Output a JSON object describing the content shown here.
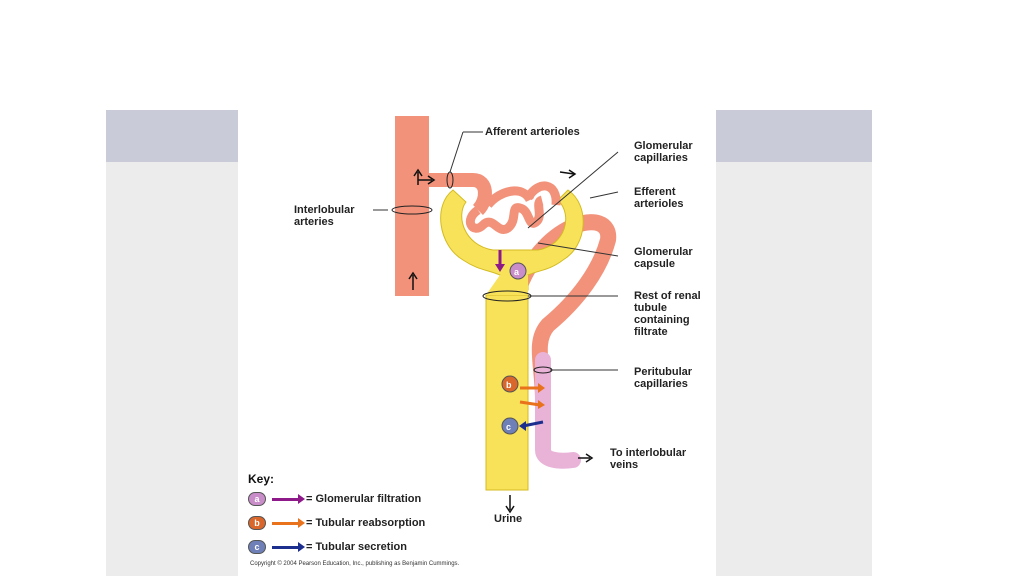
{
  "labels": {
    "afferent": "Afferent arterioles",
    "glomerular_capillaries": "Glomerular capillaries",
    "efferent": "Efferent arterioles",
    "interlobular_arteries": "Interlobular arteries",
    "glomerular_capsule": "Glomerular capsule",
    "rest_of_tubule": "Rest of renal tubule containing filtrate",
    "peritubular": "Peritubular capillaries",
    "to_veins": "To interlobular veins",
    "urine": "Urine"
  },
  "markers": {
    "a": "a",
    "b": "b",
    "c": "c"
  },
  "key": {
    "title": "Key:",
    "items": [
      {
        "badge": "a",
        "text": "= Glomerular filtration",
        "color": "#8e1a8a",
        "badge_color": "#c98ec9"
      },
      {
        "badge": "b",
        "text": "= Tubular reabsorption",
        "color": "#e8731c",
        "badge_color": "#d9662a"
      },
      {
        "badge": "c",
        "text": "= Tubular secretion",
        "color": "#1c2f8e",
        "badge_color": "#6f80b8"
      }
    ]
  },
  "copyright": "Copyright © 2004 Pearson Education, Inc., publishing as Benjamin Cummings.",
  "colors": {
    "artery": "#f2927a",
    "tubule": "#f7e25a",
    "peritubular": "#e9b3d8"
  }
}
